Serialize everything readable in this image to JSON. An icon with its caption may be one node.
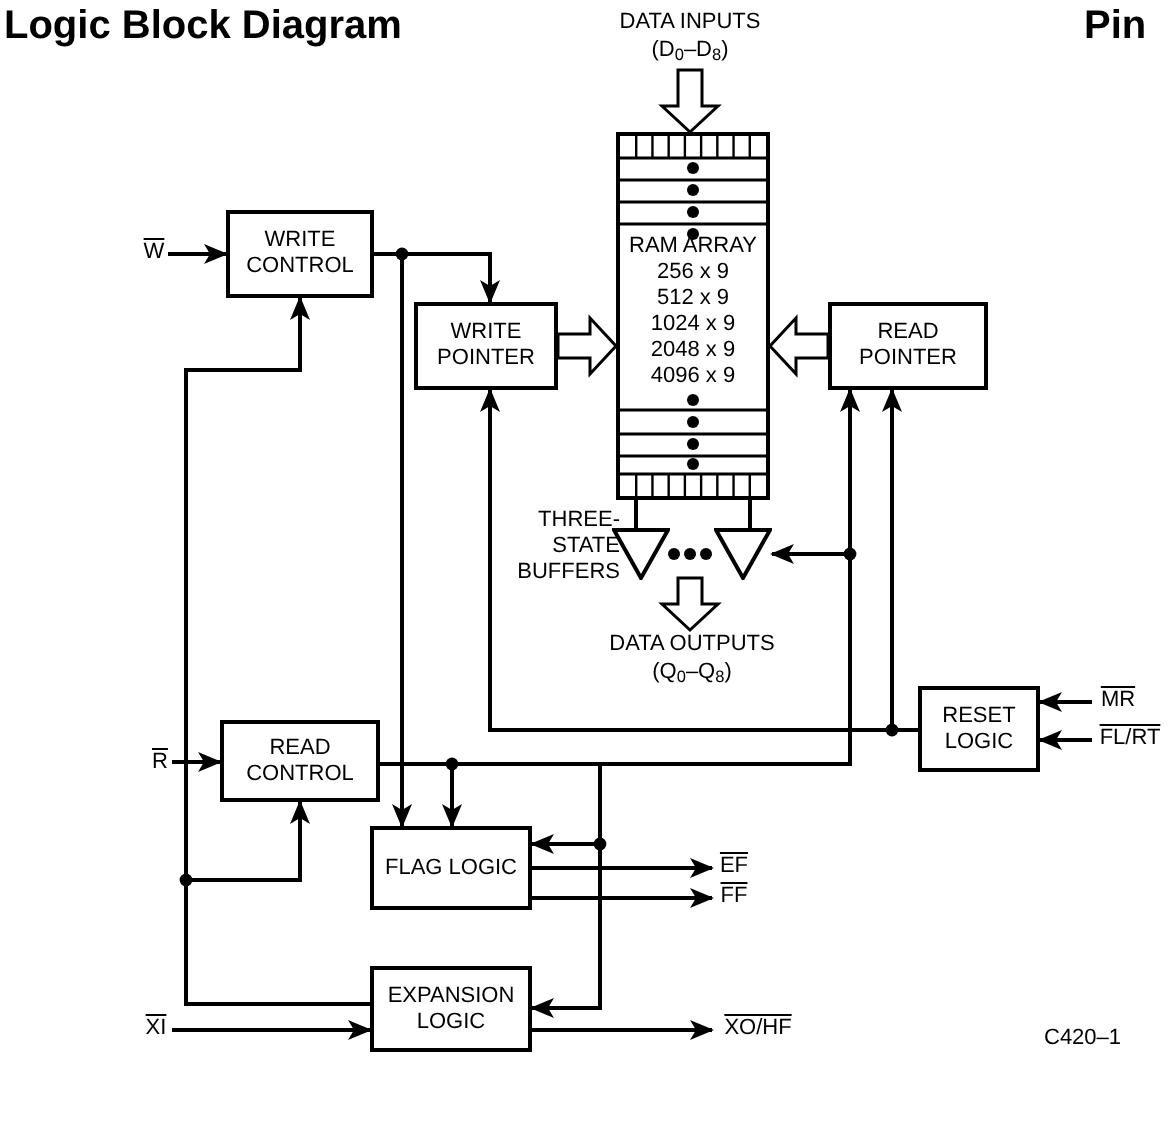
{
  "diagram": {
    "title": "Logic Block Diagram",
    "nodes": [
      {
        "text": [
          "WRITE CONTROL"
        ]
      },
      {
        "text": [
          "WRITE POINTER"
        ]
      },
      {
        "text": [
          "RAM ARRAY",
          "256 x 9",
          "512 x 9",
          "1024 x 9",
          "2048 x 9",
          "4096 x 9"
        ]
      },
      {
        "text": [
          "READ POINTER"
        ]
      },
      {
        "text": [
          "READ CONTROL"
        ]
      },
      {
        "text": [
          "FLAG LOGIC"
        ]
      },
      {
        "text": [
          "EXPANSION LOGIC"
        ]
      },
      {
        "text": [
          "RESET LOGIC"
        ]
      },
      {
        "text": [
          "W"
        ]
      },
      {
        "text": [
          "R"
        ]
      },
      {
        "text": [
          "XI"
        ]
      },
      {
        "text": [
          "MR"
        ]
      },
      {
        "text": [
          "FL/RT"
        ]
      },
      {
        "text": [
          "EF"
        ]
      },
      {
        "text": [
          "FF"
        ]
      },
      {
        "text": [
          "XO/HF"
        ]
      },
      {
        "text": [
          "DATA INPUTS (D$_{0}$–D$_{8}$)"
        ]
      },
      {
        "text": [
          "DATA OUTPUTS (Q$_{0}$–Q$_{8}$)"
        ]
      },
      {
        "text": [],
        "shape": "triangle",
        "beside": [
          "THREE- STATE BUFFERS"
        ]
      },
      {
        "text": [],
        "shape": "triangle"
      }
    ],
    "edges": [
      {
        "from": 8,
        "to": 0,
        "arrow": "to"
      },
      {
        "from": 0,
        "to": 1,
        "arrow": "to"
      },
      {
        "from": 0,
        "to": 5,
        "arrow": "to"
      },
      {
        "from": 1,
        "to": 2,
        "arrow": "to",
        "style": "thick"
      },
      {
        "from": 3,
        "to": 2,
        "arrow": "to",
        "style": "thick"
      },
      {
        "from": 16,
        "to": 2,
        "arrow": "to",
        "style": "thick"
      },
      {
        "from": 2,
        "to": 18,
        "arrow": "none"
      },
      {
        "from": 2,
        "to": 19,
        "arrow": "none"
      },
      {
        "from": null,
        "to": 17,
        "arrow": "to",
        "style": "thick"
      },
      {
        "from": 7,
        "to": 1,
        "arrow": "to"
      },
      {
        "from": 7,
        "to": 3,
        "arrow": "to"
      },
      {
        "from": 4,
        "to": 3,
        "arrow": "to"
      },
      {
        "from": 4,
        "to": 19,
        "arrow": "to"
      },
      {
        "from": 4,
        "to": 5,
        "arrow": "to"
      },
      {
        "from": 4,
        "to": 5,
        "arrow": "to"
      },
      {
        "from": 4,
        "to": 6,
        "arrow": "to"
      },
      {
        "from": 6,
        "to": 0,
        "arrow": "to"
      },
      {
        "from": 6,
        "to": 4,
        "arrow": "to"
      },
      {
        "from": 10,
        "to": 6,
        "arrow": "to"
      },
      {
        "from": 6,
        "to": 15,
        "arrow": "to"
      },
      {
        "from": 5,
        "to": 13,
        "arrow": "to"
      },
      {
        "from": 5,
        "to": 14,
        "arrow": "to"
      },
      {
        "from": 11,
        "to": 7,
        "arrow": "to"
      },
      {
        "from": 12,
        "to": 7,
        "arrow": "to"
      },
      {
        "from": 9,
        "to": 4,
        "arrow": "to"
      }
    ],
    "labels": [
      "Pin",
      "C420–1"
    ]
  }
}
